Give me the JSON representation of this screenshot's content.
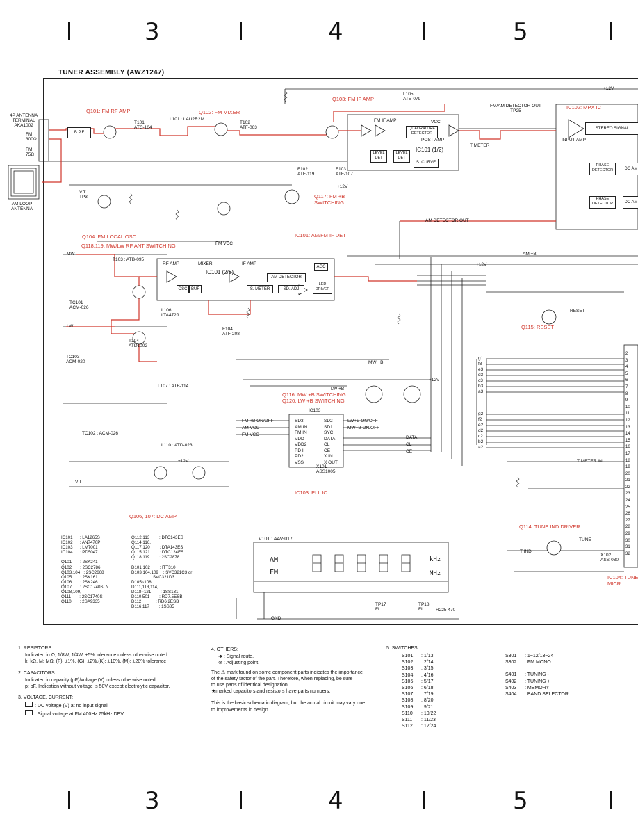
{
  "page": {
    "column_numbers_top": [
      "3",
      "4",
      "5"
    ],
    "column_numbers_bottom": [
      "3",
      "4",
      "5"
    ],
    "title": "TUNER ASSEMBLY (AWZ1247)"
  },
  "colors": {
    "signal_route": "#d0362b",
    "line": "#222222",
    "paper": "#ffffff"
  },
  "antenna": {
    "fm_terminal": "4P ANTENNA\nTERMINAL\nAKA1002",
    "fm3000": "FM\n300Ω",
    "fm750": "FM\n75Ω",
    "am_loop": "AM LOOP\nANTENNA"
  },
  "section_labels": {
    "q101": "Q101: FM RF AMP",
    "q102": "Q102: FM MIXER",
    "q103": "Q103: FM IF AMP",
    "ic102": "IC102: MPX IC",
    "q117": "Q117: FM +B\nSWITCHING",
    "q104": "Q104: FM LOCAL OSC",
    "q118": "Q118,119: MW/LW RF ANT SWITCHING",
    "ic101b": "IC101: AM/FM IF DET",
    "q115": "Q115: RESET",
    "q116": "Q116: MW +B SWITCHING\nQ120: LW +B SWITCHING",
    "ic103": "IC103: PLL IC",
    "q106": "Q106, 107: DC AMP",
    "q114": "Q114: TUNE IND DRIVER",
    "ic104": "IC104: TUNE\nMICR"
  },
  "blocks": {
    "bpf": "B.P.F",
    "ic101_fm_if": "FM IF AMP",
    "quad_det": "QUADRATURE\nDETECTOR",
    "post_amp": "POST AMP",
    "level_det1": "LEVEL\nDET",
    "level_det2": "LEVEL\nDET",
    "ic101_12": "IC101 (1/2)",
    "s_curve": "S. CURVE",
    "vcc": "VCC",
    "t_meter": "T METER",
    "input_amp": "INPUT AMP",
    "stereo_signal": "STEREO SIGNAL",
    "phase_det1": "PHASE\nDETECTOR",
    "phase_det2": "PHASE\nDETECTOR",
    "dc_am1": "DC AM",
    "dc_am2": "DC AM",
    "fm_am_det_out": "FM/AM DETECTOR OUT\nTP25",
    "rf_amp": "RF AMP",
    "mixer": "MIXER",
    "if_amp": "IF AMP",
    "ic101_22": "IC101 (2/2)",
    "agc": "AGC",
    "am_detector": "AM DETECTOR",
    "s_meter": "S. METER",
    "sd_adj": "SD. ADJ",
    "led_driver": "LED\nDRIVER",
    "osc": "OSC",
    "buf": "BUF",
    "ic103": "IC103",
    "am_detector_out": "AM DETECTOR OUT",
    "fm_vcc": "FM VCC",
    "am_vcc": "AM VCC"
  },
  "pll_pins_left": [
    "FM +B ON/OFF",
    "AM VCC",
    "FM VCC"
  ],
  "pll_pins_inner_left": [
    "SD3",
    "AM IN",
    "FM IN",
    "VDD",
    "VDD2",
    "PD I",
    "PD2",
    "VSS"
  ],
  "pll_pins_inner_right": [
    "SD2",
    "SD1",
    "SYC",
    "DATA",
    "CL",
    "CE",
    "X IN",
    "X OUT"
  ],
  "pll_pins_right": [
    "LW+B ON/OFF",
    "MW+B ON/OFF",
    "DATA",
    "CL",
    "CE"
  ],
  "vfd": {
    "label": "V101 : AAV-017",
    "am": "AM",
    "fm": "FM",
    "khz": "kHz",
    "mhz": "MHz"
  },
  "parts_list": {
    "col1": "IC101      : LA1265S\nIC102      : AN7470P\nIC103      : LM7001\nIC104      : PD5047\n\nQ101       : 2SK241\nQ102       : 2SC2786\nQ103,104   : 2SC2668\nQ105       : 2SK161\nQ106       : 2SK246\nQ107       : 2SC1740SLN\nQ108,109,\nQ111       : 2SC1740S\nQ110       : 2SA9335",
    "col2": "Q112,113        : DTC143ES\nQ114,116,\nQ117,120        : DTA143ES\nQ115,121        : DTC124ES\nQ118,119        : 2SC2878\n\nD101,102        : ITT310\nD103,104,109    : SVC321C3 or\n                  SVC321D3\nD105~108,\nD111,113,114,\nD118~121        : 1SS131\nD110,501        : RD7.5ESB\nD112            : RD6.2ESB\nD116,117        : 1SS85"
  },
  "notes": {
    "resistors_h": "1. RESISTORS:",
    "resistors": "Indicated in Ω, 1/8W, 1/4W, ±5% tolerance unless otherwise noted\nk: kΩ, M: MΩ, (F): ±1%, (G): ±2%,(K): ±10%, (M): ±20% tolerance",
    "capacitors_h": "2. CAPACITORS:",
    "capacitors": "Indicated in capacity (µF)/voltage (V) unless otherwise noted\np: pF, Indication without voltage is 50V except electrolytic capacitor.",
    "voltage_h": "3. VOLTAGE, CURRENT:",
    "voltage_1": ": DC voltage (V) at no input signal",
    "voltage_2": ": Signal voltage at FM 400Hz 75kHz DEV.",
    "others_h": "4. OTHERS:",
    "others_1": ": Signal route.",
    "others_2": ": Adjusting point.",
    "safety": "The ⚠ mark found on some component parts indicates the importance\nof the safety factor of the part. Therefore, when replacing, be sure\nto use parts of identical designation.\n★marked capacitors and resistors have parts numbers.",
    "basic": "This is the basic schematic diagram, but the actual circuit may vary due\nto improvements in design."
  },
  "switches": {
    "title": "5. SWITCHES:",
    "items": [
      [
        "S101",
        "1/13"
      ],
      [
        "S102",
        "2/14"
      ],
      [
        "S103",
        "3/15"
      ],
      [
        "S104",
        "4/16"
      ],
      [
        "S105",
        "5/17"
      ],
      [
        "S106",
        "6/18"
      ],
      [
        "S107",
        "7/19"
      ],
      [
        "S108",
        "8/20"
      ],
      [
        "S109",
        "9/21"
      ],
      [
        "S110",
        "10/22"
      ],
      [
        "S111",
        "11/23"
      ],
      [
        "S112",
        "12/24"
      ]
    ],
    "items2": [
      [
        "S301",
        "1~12/13~24"
      ],
      [
        "S302",
        "FM MONO"
      ],
      [
        "S401",
        "TUNING -"
      ],
      [
        "S402",
        "TUNING +"
      ],
      [
        "S403",
        "MEMORY"
      ],
      [
        "S404",
        "BAND SELECTOR"
      ]
    ]
  },
  "misc": {
    "vt_tp3": "V.T\nTP3",
    "vt": "V.T",
    "plus12v": "+12V",
    "tp1": "TP17\nFL",
    "tp18": "TP18\nFL",
    "r225": "R225 470",
    "gnd": "GND",
    "t_meter_in": "T METER IN",
    "tune": "TUNE",
    "tind": "T IND",
    "reset": "RESET",
    "x102": "X102\nASS-030",
    "x101": "X101\nASS1005",
    "ate_079": "L105\nATE-079",
    "l101": "L101 : LAU2R2M",
    "t101": "T101\nATC-164",
    "t102": "T102\nATF-063",
    "f102": "F102\nATF-119",
    "f103": "F103\nATF-107",
    "t103": "T103 : ATB-095",
    "t104": "T104\nATD1002",
    "l107": "L107 : ATB-114",
    "l110": "L110 : ATD-023",
    "l106": "L106\nLTA472J",
    "f104": "F104\nATF-208",
    "tc101": "TC101\nACM-026",
    "tc102": "TC102 : ACM-026",
    "tc103": "TC103\nACM-020",
    "am_plus_b": "AM +B",
    "mw_plus_b": "MW +B",
    "lw_plus_b": "LW +B",
    "mw": "MW",
    "lw": "LW"
  },
  "grid_labels": [
    "g1",
    "f3",
    "e3",
    "d3",
    "c3",
    "b3",
    "a3",
    "g2",
    "f2",
    "e2",
    "d2",
    "c2",
    "b2",
    "a2"
  ],
  "connector_pins": [
    "2",
    "3",
    "4",
    "5",
    "6",
    "7",
    "8",
    "9",
    "10",
    "11",
    "12",
    "13",
    "14",
    "15",
    "16",
    "17",
    "18",
    "19",
    "20",
    "21",
    "22",
    "23",
    "24",
    "25",
    "26",
    "27",
    "28",
    "29",
    "30",
    "31",
    "32"
  ]
}
